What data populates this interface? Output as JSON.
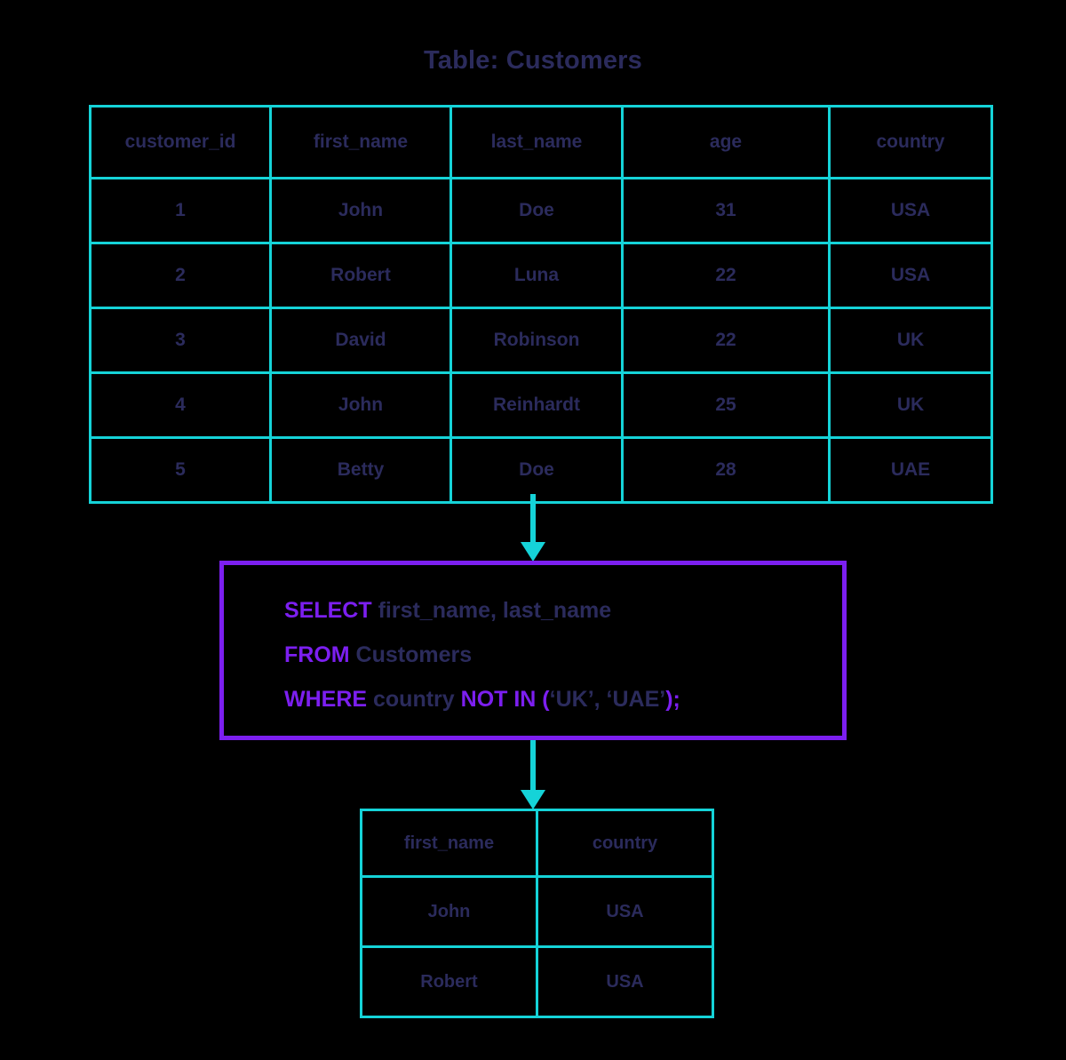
{
  "title": "Table: Customers",
  "colors": {
    "background": "#000000",
    "border_cyan": "#15d3d8",
    "text_navy": "#2b2b5c",
    "keyword_purple": "#7c1ff0"
  },
  "customers_table": {
    "name": "Customers",
    "columns": [
      "customer_id",
      "first_name",
      "last_name",
      "age",
      "country"
    ],
    "rows": [
      [
        "1",
        "John",
        "Doe",
        "31",
        "USA"
      ],
      [
        "2",
        "Robert",
        "Luna",
        "22",
        "USA"
      ],
      [
        "3",
        "David",
        "Robinson",
        "22",
        "UK"
      ],
      [
        "4",
        "John",
        "Reinhardt",
        "25",
        "UK"
      ],
      [
        "5",
        "Betty",
        "Doe",
        "28",
        "UAE"
      ]
    ]
  },
  "query": {
    "line1": {
      "keyword": "SELECT",
      "rest": " first_name, last_name"
    },
    "line2": {
      "keyword": "FROM",
      "rest": " Customers"
    },
    "line3": {
      "keyword": "WHERE",
      "column": " country ",
      "operator": "NOT IN (",
      "values": "‘UK’, ‘UAE’",
      "terminator": ");"
    },
    "full_text": "SELECT first_name, last_name FROM Customers WHERE country NOT IN (‘UK’, ‘UAE’);"
  },
  "result_table": {
    "columns": [
      "first_name",
      "country"
    ],
    "rows": [
      [
        "John",
        "USA"
      ],
      [
        "Robert",
        "USA"
      ]
    ]
  },
  "arrows": [
    {
      "name": "arrow-table-to-query",
      "direction": "down"
    },
    {
      "name": "arrow-query-to-result",
      "direction": "down"
    }
  ]
}
